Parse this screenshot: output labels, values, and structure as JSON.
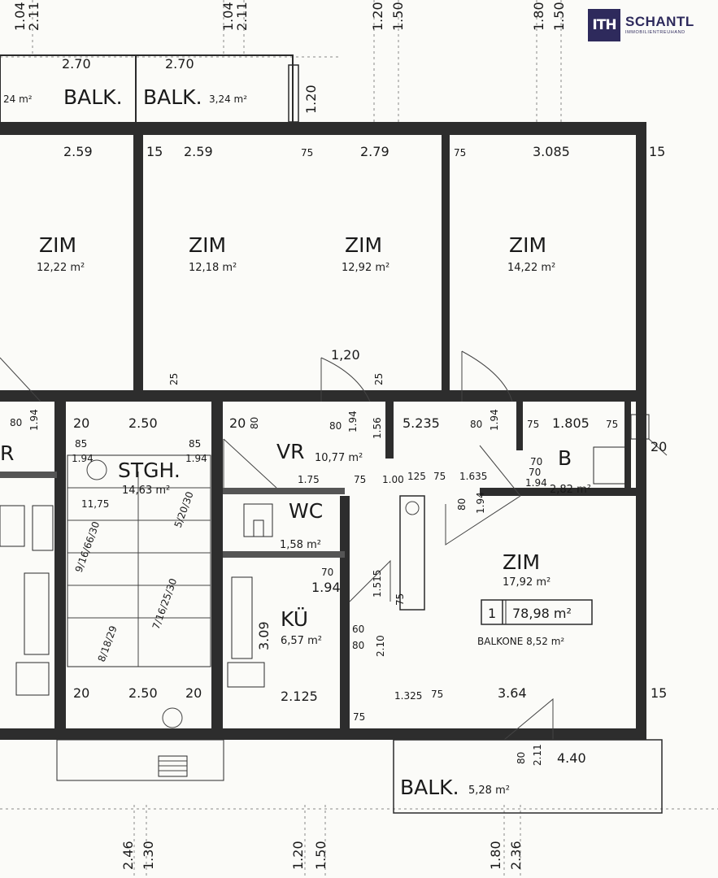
{
  "brand": {
    "mark": "ITH",
    "name": "SCHANTL",
    "tagline": "IMMOBILIENTREUHAND"
  },
  "rooms": {
    "balk_top_left": {
      "label": "BALK.",
      "area": "24 m²"
    },
    "balk_top_mid": {
      "label": "BALK.",
      "area": "3,24 m²"
    },
    "zim1": {
      "label": "ZIM",
      "area": "12,22 m²"
    },
    "zim2": {
      "label": "ZIM",
      "area": "12,18 m²"
    },
    "zim3": {
      "label": "ZIM",
      "area": "12,92 m²"
    },
    "zim4": {
      "label": "ZIM",
      "area": "14,22 m²"
    },
    "stgh": {
      "label": "STGH.",
      "area": "14,63 m²"
    },
    "vr": {
      "label": "VR",
      "area": "10,77 m²"
    },
    "wc": {
      "label": "WC",
      "area": "1,58 m²"
    },
    "b": {
      "label": "B",
      "area": "2,82 m²"
    },
    "ku": {
      "label": "KÜ",
      "area": "6,57 m²"
    },
    "zim5": {
      "label": "ZIM",
      "area": "17,92 m²"
    },
    "balk_bottom": {
      "label": "BALK.",
      "area": "5,28 m²"
    },
    "r_left": {
      "label": "R"
    }
  },
  "unit_box": {
    "number": "1",
    "area": "78,98 m²",
    "balkone": "BALKONE 8,52 m²"
  },
  "dims": {
    "d_270a": "2.70",
    "d_270b": "2.70",
    "d_120v": "1.20",
    "d_259a": "2.59",
    "d_15a": "15",
    "d_259b": "2.59",
    "d_75a": "75",
    "d_279": "2.79",
    "d_75b": "75",
    "d_3085": "3.085",
    "d_15b": "15",
    "d_120h": "1,20",
    "d_25a": "25",
    "d_25b": "25",
    "d_20a": "20",
    "d_250a": "2.50",
    "d_85a": "85",
    "d_194a": "1.94",
    "d_85b": "85",
    "d_194b": "1.94",
    "d_80a": "80",
    "d_194c": "1.94",
    "d_20b": "20",
    "d_80b": "80",
    "d_80c": "80",
    "d_194d": "1.94",
    "d_156": "1.56",
    "d_5235": "5.235",
    "d_80d": "80",
    "d_194e": "1.94",
    "d_75c": "75",
    "d_1805": "1.805",
    "d_75d": "75",
    "d_20c": "20",
    "d_70a": "70",
    "d_70b": "70",
    "d_194f": "1.94",
    "d_1175": "11,75",
    "d_175": "1.75",
    "d_75e": "75",
    "d_100": "1.00",
    "d_125": "125",
    "d_75f": "75",
    "d_1635": "1.635",
    "d_80e": "80",
    "d_194g": "1.94",
    "d_70c": "70",
    "d_194h": "1.94",
    "d_1515": "1.515",
    "d_75g": "75",
    "d_309": "3.09",
    "d_60": "60",
    "d_80f": "80",
    "d_210": "2.10",
    "d_20d": "20",
    "d_250b": "2.50",
    "d_2125": "2.125",
    "d_1325": "1.325",
    "d_75h": "75",
    "d_364": "3.64",
    "d_15c": "15",
    "d_75i": "75",
    "d_80g": "80",
    "d_211": "2.11",
    "d_440": "4.40",
    "d_stair1": "8/18/29",
    "d_stair2": "9/16/66/30",
    "d_stair3": "7/16/25/30",
    "d_stair4": "5/20/30",
    "d_20e": "20"
  },
  "edge_dims": {
    "top_1": "1.04",
    "top_2": "2.11",
    "top_3": "1.04",
    "top_4": "2.11",
    "top_5": "1.20",
    "top_6": "1.50",
    "top_7": "1.80",
    "top_8": "1.50",
    "bot_1": "2.46",
    "bot_2": "1.30",
    "bot_3": "1.20",
    "bot_4": "1.50",
    "bot_5": "1.80",
    "bot_6": "2.36"
  }
}
